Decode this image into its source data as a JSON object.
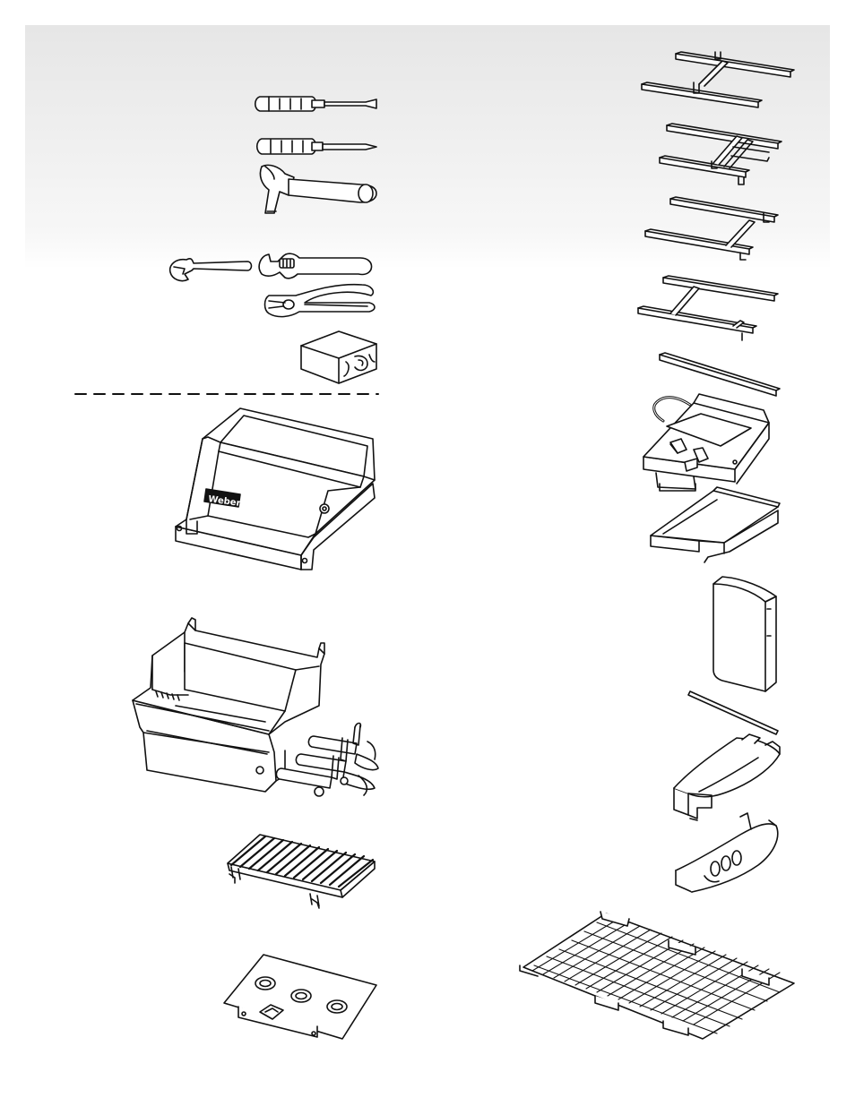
{
  "brand": {
    "logo_text": "Weber"
  },
  "parts": {
    "tools": [
      "flat-screwdriver",
      "phillips-screwdriver",
      "hammer",
      "open-end-wrench",
      "adjustable-wrench",
      "pliers",
      "wood-block"
    ],
    "components": [
      "lid",
      "cookbox",
      "cooking-grate",
      "drip-tray-heat-shield",
      "frame-assembly-1",
      "frame-assembly-2",
      "frame-assembly-3",
      "frame-assembly-4",
      "crossbar",
      "control-panel",
      "side-table",
      "side-panel",
      "rod",
      "handle-left",
      "handle-right",
      "bottom-rack"
    ]
  }
}
